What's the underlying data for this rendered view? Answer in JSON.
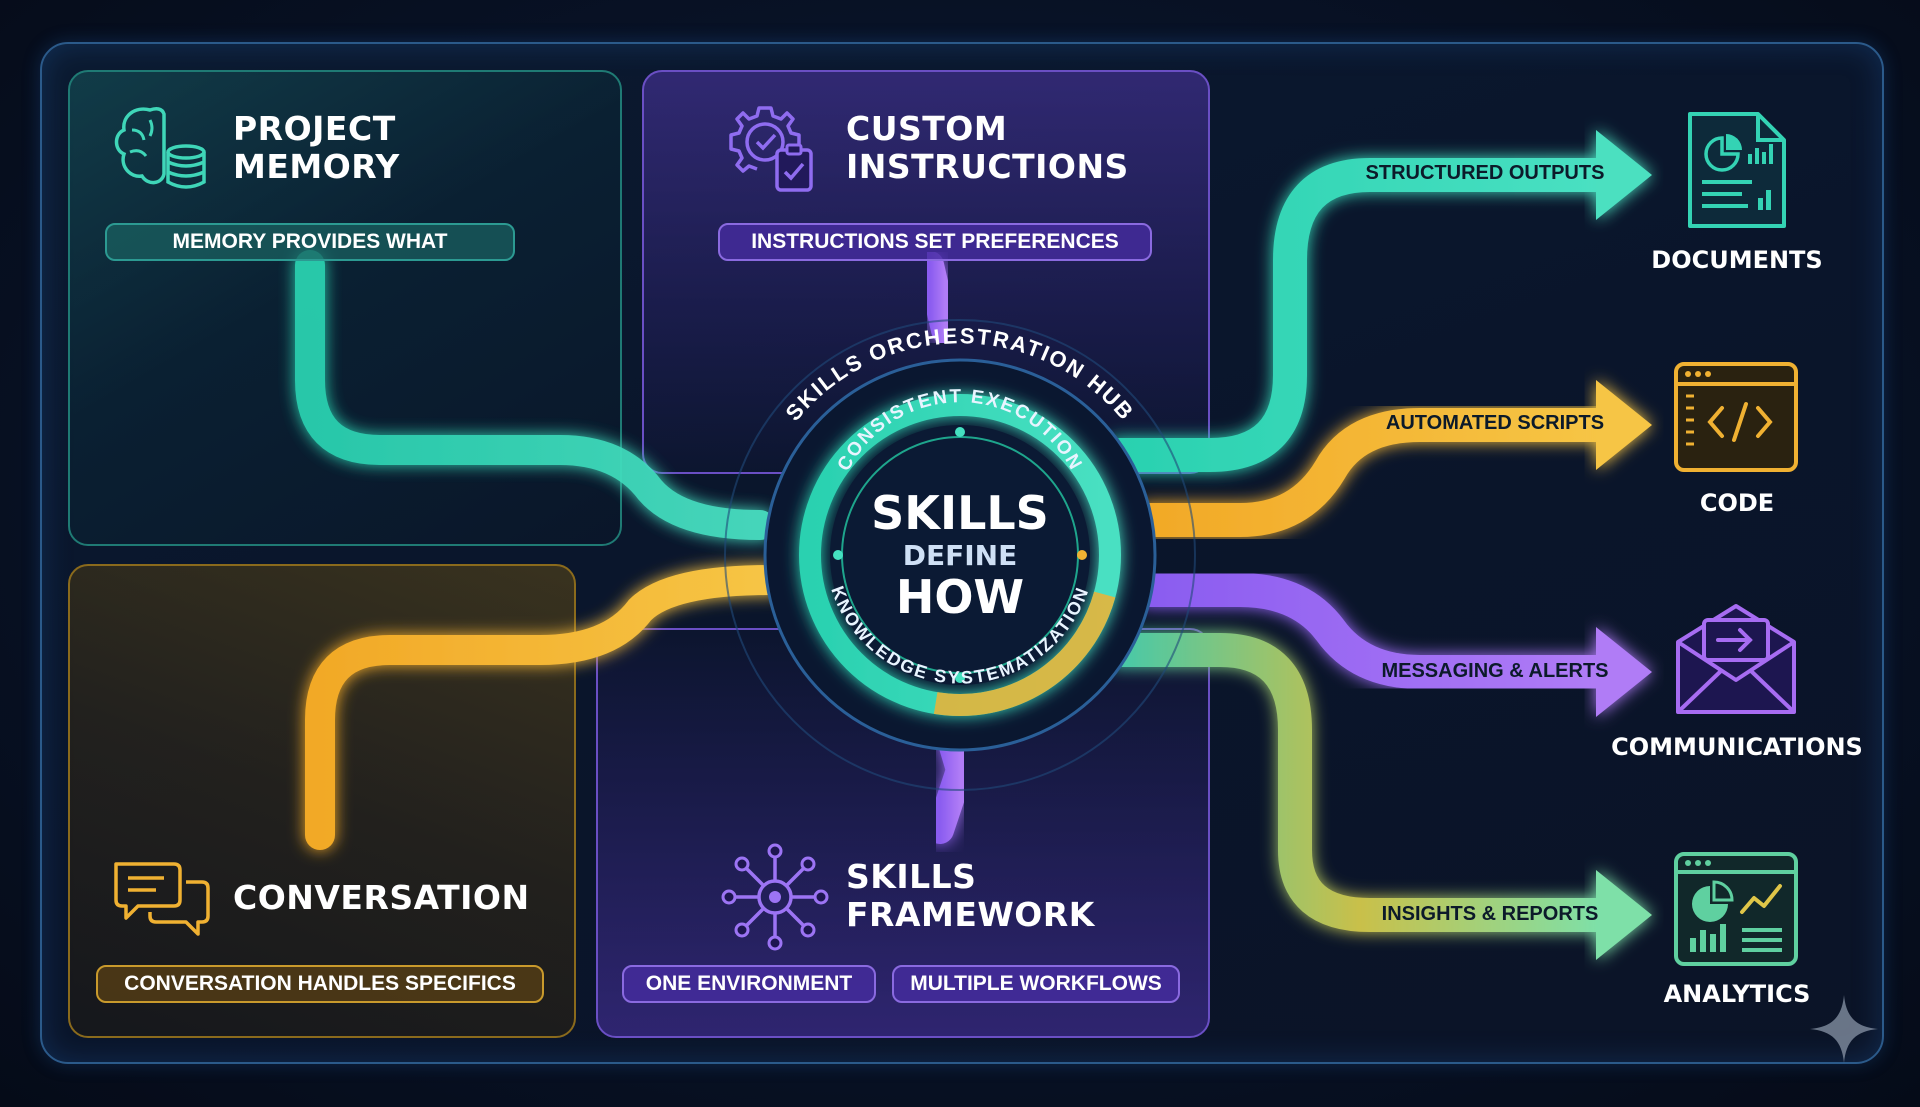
{
  "panels": {
    "memory": {
      "title_line1": "PROJECT",
      "title_line2": "MEMORY",
      "chip": "MEMORY PROVIDES WHAT"
    },
    "instructions": {
      "title_line1": "CUSTOM",
      "title_line2": "INSTRUCTIONS",
      "chip": "INSTRUCTIONS SET PREFERENCES"
    },
    "conversation": {
      "title": "CONVERSATION",
      "chip": "CONVERSATION HANDLES SPECIFICS"
    },
    "framework": {
      "title_line1": "SKILLS",
      "title_line2": "FRAMEWORK",
      "chip_left": "ONE ENVIRONMENT",
      "chip_right": "MULTIPLE WORKFLOWS"
    }
  },
  "hub": {
    "outer_ring": "SKILLS ORCHESTRATION HUB",
    "inner_top": "CONSISTENT EXECUTION",
    "inner_bottom": "KNOWLEDGE SYSTEMATIZATION",
    "line1": "SKILLS",
    "line2": "DEFINE",
    "line3": "HOW"
  },
  "outputs": [
    {
      "arrow": "STRUCTURED OUTPUTS",
      "label": "DOCUMENTS",
      "icon": "document-chart-icon",
      "color": "#34d3b4"
    },
    {
      "arrow": "AUTOMATED SCRIPTS",
      "label": "CODE",
      "icon": "code-window-icon",
      "color": "#f0b132"
    },
    {
      "arrow": "MESSAGING & ALERTS",
      "label": "COMMUNICATIONS",
      "icon": "envelope-icon",
      "color": "#a76cf2"
    },
    {
      "arrow": "INSIGHTS & REPORTS",
      "label": "ANALYTICS",
      "icon": "dashboard-icon",
      "color": "#5fd0a0"
    }
  ],
  "colors": {
    "teal": "#34d3b4",
    "amber": "#f0b132",
    "violet": "#a76cf2",
    "background": "#081226"
  }
}
